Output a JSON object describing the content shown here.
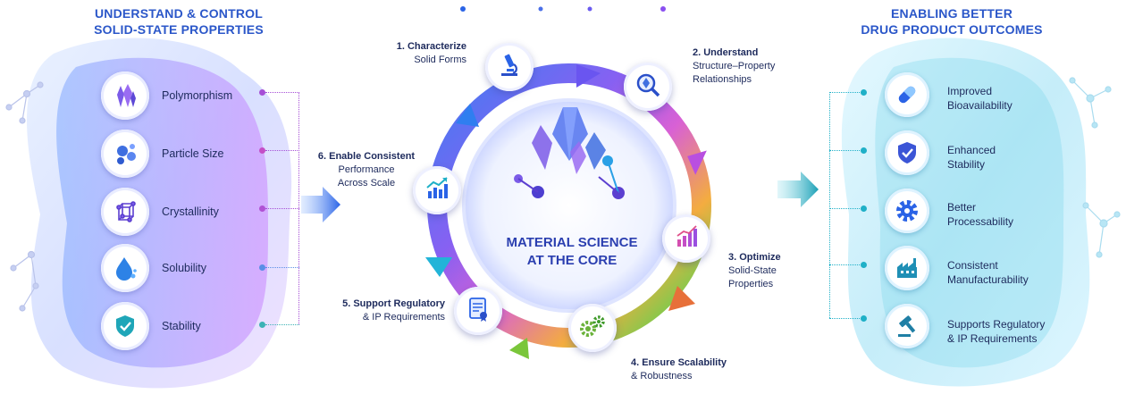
{
  "left_panel": {
    "heading_line1": "UNDERSTAND & CONTROL",
    "heading_line2": "SOLID-STATE PROPERTIES",
    "properties": [
      {
        "label": "Polymorphism",
        "icon": "crystal-icon"
      },
      {
        "label": "Particle Size",
        "icon": "particles-icon"
      },
      {
        "label": "Crystallinity",
        "icon": "lattice-cube-icon"
      },
      {
        "label": "Solubility",
        "icon": "water-drop-icon"
      },
      {
        "label": "Stability",
        "icon": "shield-check-icon"
      }
    ]
  },
  "cycle": {
    "center_line1": "MATERIAL SCIENCE",
    "center_line2": "AT THE CORE",
    "steps": [
      {
        "line1": "1. Characterize",
        "line2": "Solid Forms",
        "line3": "",
        "icon": "microscope-icon"
      },
      {
        "line1": "2. Understand",
        "line2": "Structure–Property",
        "line3": "Relationships",
        "icon": "magnifier-crystal-icon"
      },
      {
        "line1": "3. Optimize",
        "line2": "Solid-State",
        "line3": "Properties",
        "icon": "bar-chart-icon"
      },
      {
        "line1": "4. Ensure Scalability",
        "line2": "& Robustness",
        "line3": "",
        "icon": "gears-icon"
      },
      {
        "line1": "5. Support Regulatory",
        "line2": "& IP Requirements",
        "line3": "",
        "icon": "certificate-document-icon"
      },
      {
        "line1": "6. Enable Consistent",
        "line2": "Performance",
        "line3": "Across Scale",
        "icon": "growth-chart-icon"
      }
    ]
  },
  "right_panel": {
    "heading_line1": "ENABLING BETTER",
    "heading_line2": "DRUG PRODUCT OUTCOMES",
    "outcomes": [
      {
        "line1": "Improved",
        "line2": "Bioavailability",
        "icon": "capsule-icon"
      },
      {
        "line1": "Enhanced",
        "line2": "Stability",
        "icon": "shield-check-icon"
      },
      {
        "line1": "Better",
        "line2": "Processability",
        "icon": "gear-icon"
      },
      {
        "line1": "Consistent",
        "line2": "Manufacturability",
        "icon": "factory-icon"
      },
      {
        "line1": "Supports Regulatory",
        "line2": "& IP Requirements",
        "icon": "gavel-icon"
      }
    ]
  },
  "colors": {
    "heading_blue": "#2b57c9",
    "left_accent": "#a64fd6",
    "right_accent": "#1fb0c7",
    "text_dark": "#1d2a5c"
  }
}
